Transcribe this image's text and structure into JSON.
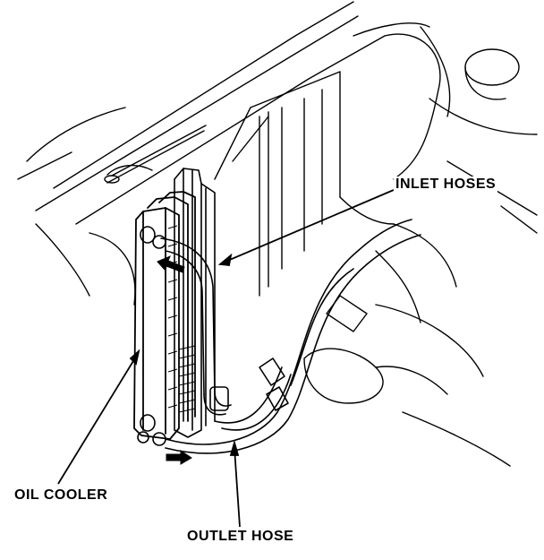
{
  "labels": {
    "inlet_hoses": "INLET HOSES",
    "oil_cooler": "OIL COOLER",
    "outlet_hose": "OUTLET HOSE"
  },
  "colors": {
    "ink": "#000000",
    "paper": "#ffffff"
  }
}
